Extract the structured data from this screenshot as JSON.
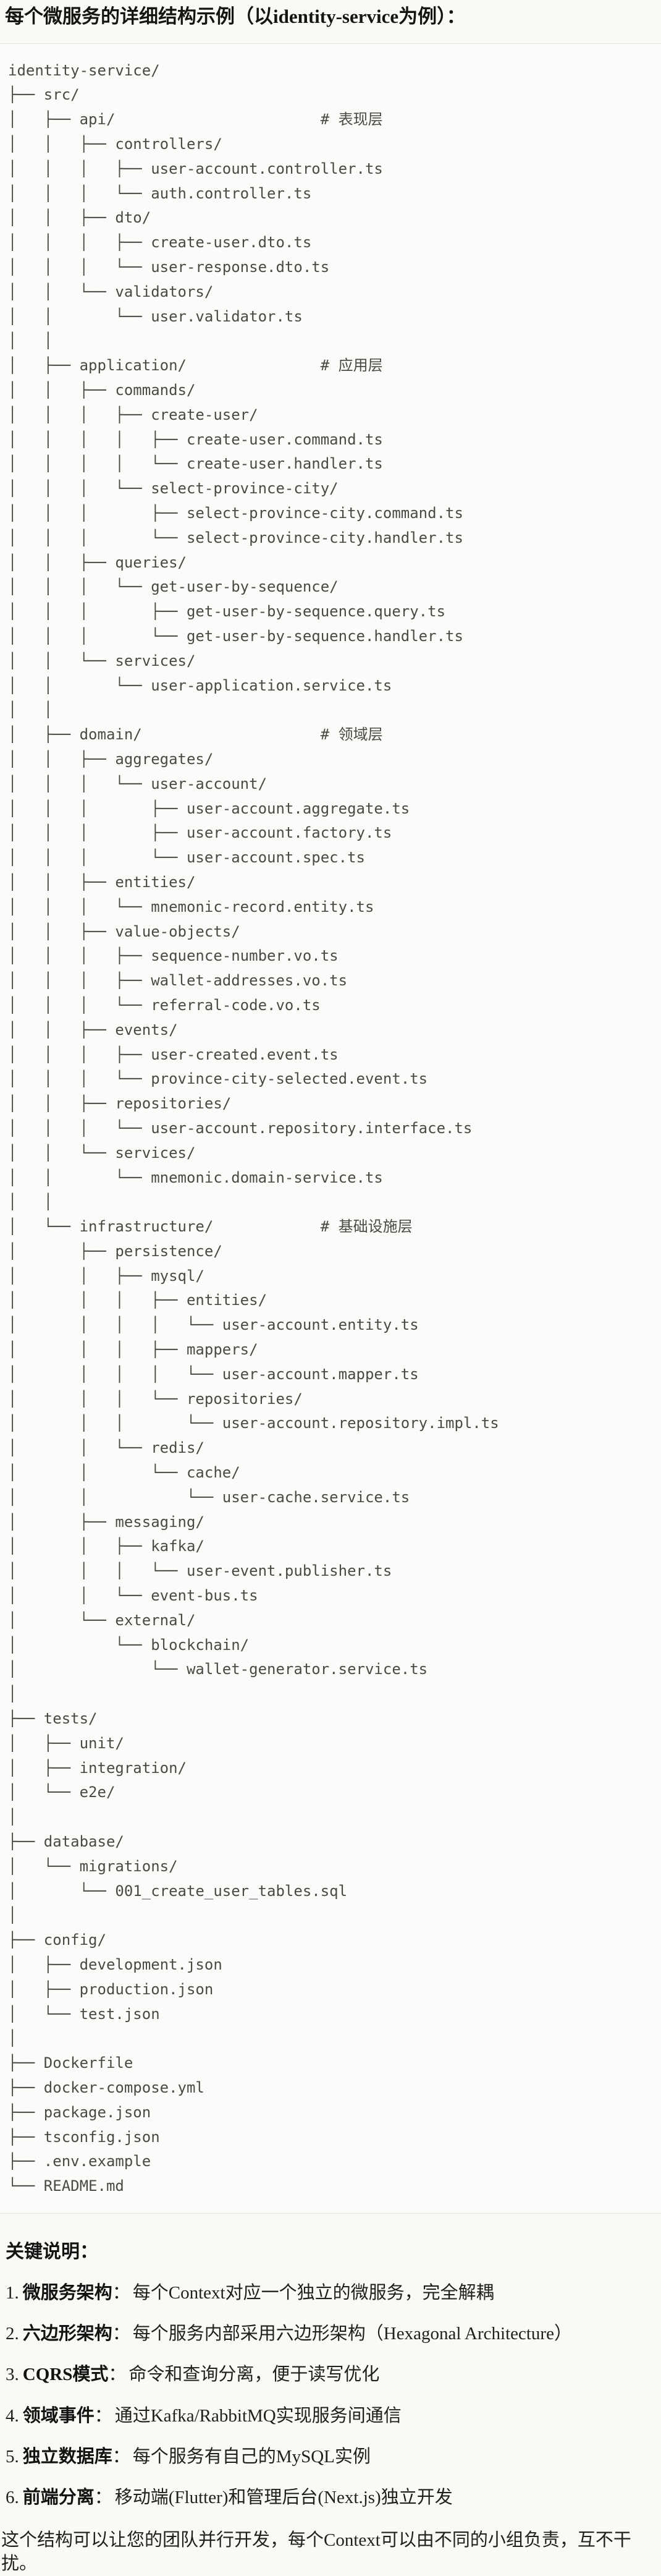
{
  "page": {
    "title": "每个微服务的详细结构示例（以identity-service为例）：",
    "background_color": "#faf9f5",
    "text_color": "#201f1c"
  },
  "code_block": {
    "background_color": "#fcfbf9",
    "border_color": "#e8e6df",
    "text_color": "#4a4a45",
    "tree_lines": [
      "identity-service/",
      "├── src/",
      "│   ├── api/                       # 表现层",
      "│   │   ├── controllers/",
      "│   │   │   ├── user-account.controller.ts",
      "│   │   │   └── auth.controller.ts",
      "│   │   ├── dto/",
      "│   │   │   ├── create-user.dto.ts",
      "│   │   │   └── user-response.dto.ts",
      "│   │   └── validators/",
      "│   │       └── user.validator.ts",
      "│   │",
      "│   ├── application/               # 应用层",
      "│   │   ├── commands/",
      "│   │   │   ├── create-user/",
      "│   │   │   │   ├── create-user.command.ts",
      "│   │   │   │   └── create-user.handler.ts",
      "│   │   │   └── select-province-city/",
      "│   │   │       ├── select-province-city.command.ts",
      "│   │   │       └── select-province-city.handler.ts",
      "│   │   ├── queries/",
      "│   │   │   └── get-user-by-sequence/",
      "│   │   │       ├── get-user-by-sequence.query.ts",
      "│   │   │       └── get-user-by-sequence.handler.ts",
      "│   │   └── services/",
      "│   │       └── user-application.service.ts",
      "│   │",
      "│   ├── domain/                    # 领域层",
      "│   │   ├── aggregates/",
      "│   │   │   └── user-account/",
      "│   │   │       ├── user-account.aggregate.ts",
      "│   │   │       ├── user-account.factory.ts",
      "│   │   │       └── user-account.spec.ts",
      "│   │   ├── entities/",
      "│   │   │   └── mnemonic-record.entity.ts",
      "│   │   ├── value-objects/",
      "│   │   │   ├── sequence-number.vo.ts",
      "│   │   │   ├── wallet-addresses.vo.ts",
      "│   │   │   └── referral-code.vo.ts",
      "│   │   ├── events/",
      "│   │   │   ├── user-created.event.ts",
      "│   │   │   └── province-city-selected.event.ts",
      "│   │   ├── repositories/",
      "│   │   │   └── user-account.repository.interface.ts",
      "│   │   └── services/",
      "│   │       └── mnemonic.domain-service.ts",
      "│   │",
      "│   └── infrastructure/            # 基础设施层",
      "│       ├── persistence/",
      "│       │   ├── mysql/",
      "│       │   │   ├── entities/",
      "│       │   │   │   └── user-account.entity.ts",
      "│       │   │   ├── mappers/",
      "│       │   │   │   └── user-account.mapper.ts",
      "│       │   │   └── repositories/",
      "│       │   │       └── user-account.repository.impl.ts",
      "│       │   └── redis/",
      "│       │       └── cache/",
      "│       │           └── user-cache.service.ts",
      "│       ├── messaging/",
      "│       │   ├── kafka/",
      "│       │   │   └── user-event.publisher.ts",
      "│       │   └── event-bus.ts",
      "│       └── external/",
      "│           └── blockchain/",
      "│               └── wallet-generator.service.ts",
      "│",
      "├── tests/",
      "│   ├── unit/",
      "│   ├── integration/",
      "│   └── e2e/",
      "│",
      "├── database/",
      "│   └── migrations/",
      "│       └── 001_create_user_tables.sql",
      "│",
      "├── config/",
      "│   ├── development.json",
      "│   ├── production.json",
      "│   └── test.json",
      "│",
      "├── Dockerfile",
      "├── docker-compose.yml",
      "├── package.json",
      "├── tsconfig.json",
      "├── .env.example",
      "└── README.md"
    ]
  },
  "notes": {
    "heading": "关键说明：",
    "items": [
      {
        "num": "1.",
        "label": "微服务架构",
        "sep": "：",
        "text": "每个Context对应一个独立的微服务，完全解耦"
      },
      {
        "num": "2.",
        "label": "六边形架构",
        "sep": "：",
        "text": "每个服务内部采用六边形架构（Hexagonal Architecture）"
      },
      {
        "num": "3.",
        "label": "CQRS模式",
        "sep": "：",
        "text": "命令和查询分离，便于读写优化"
      },
      {
        "num": "4.",
        "label": "领域事件",
        "sep": "：",
        "text": "通过Kafka/RabbitMQ实现服务间通信"
      },
      {
        "num": "5.",
        "label": "独立数据库",
        "sep": "：",
        "text": "每个服务有自己的MySQL实例"
      },
      {
        "num": "6.",
        "label": "前端分离",
        "sep": "：",
        "text": "移动端(Flutter)和管理后台(Next.js)独立开发"
      }
    ],
    "closing": "这个结构可以让您的团队并行开发，每个Context可以由不同的小组负责，互不干扰。"
  }
}
